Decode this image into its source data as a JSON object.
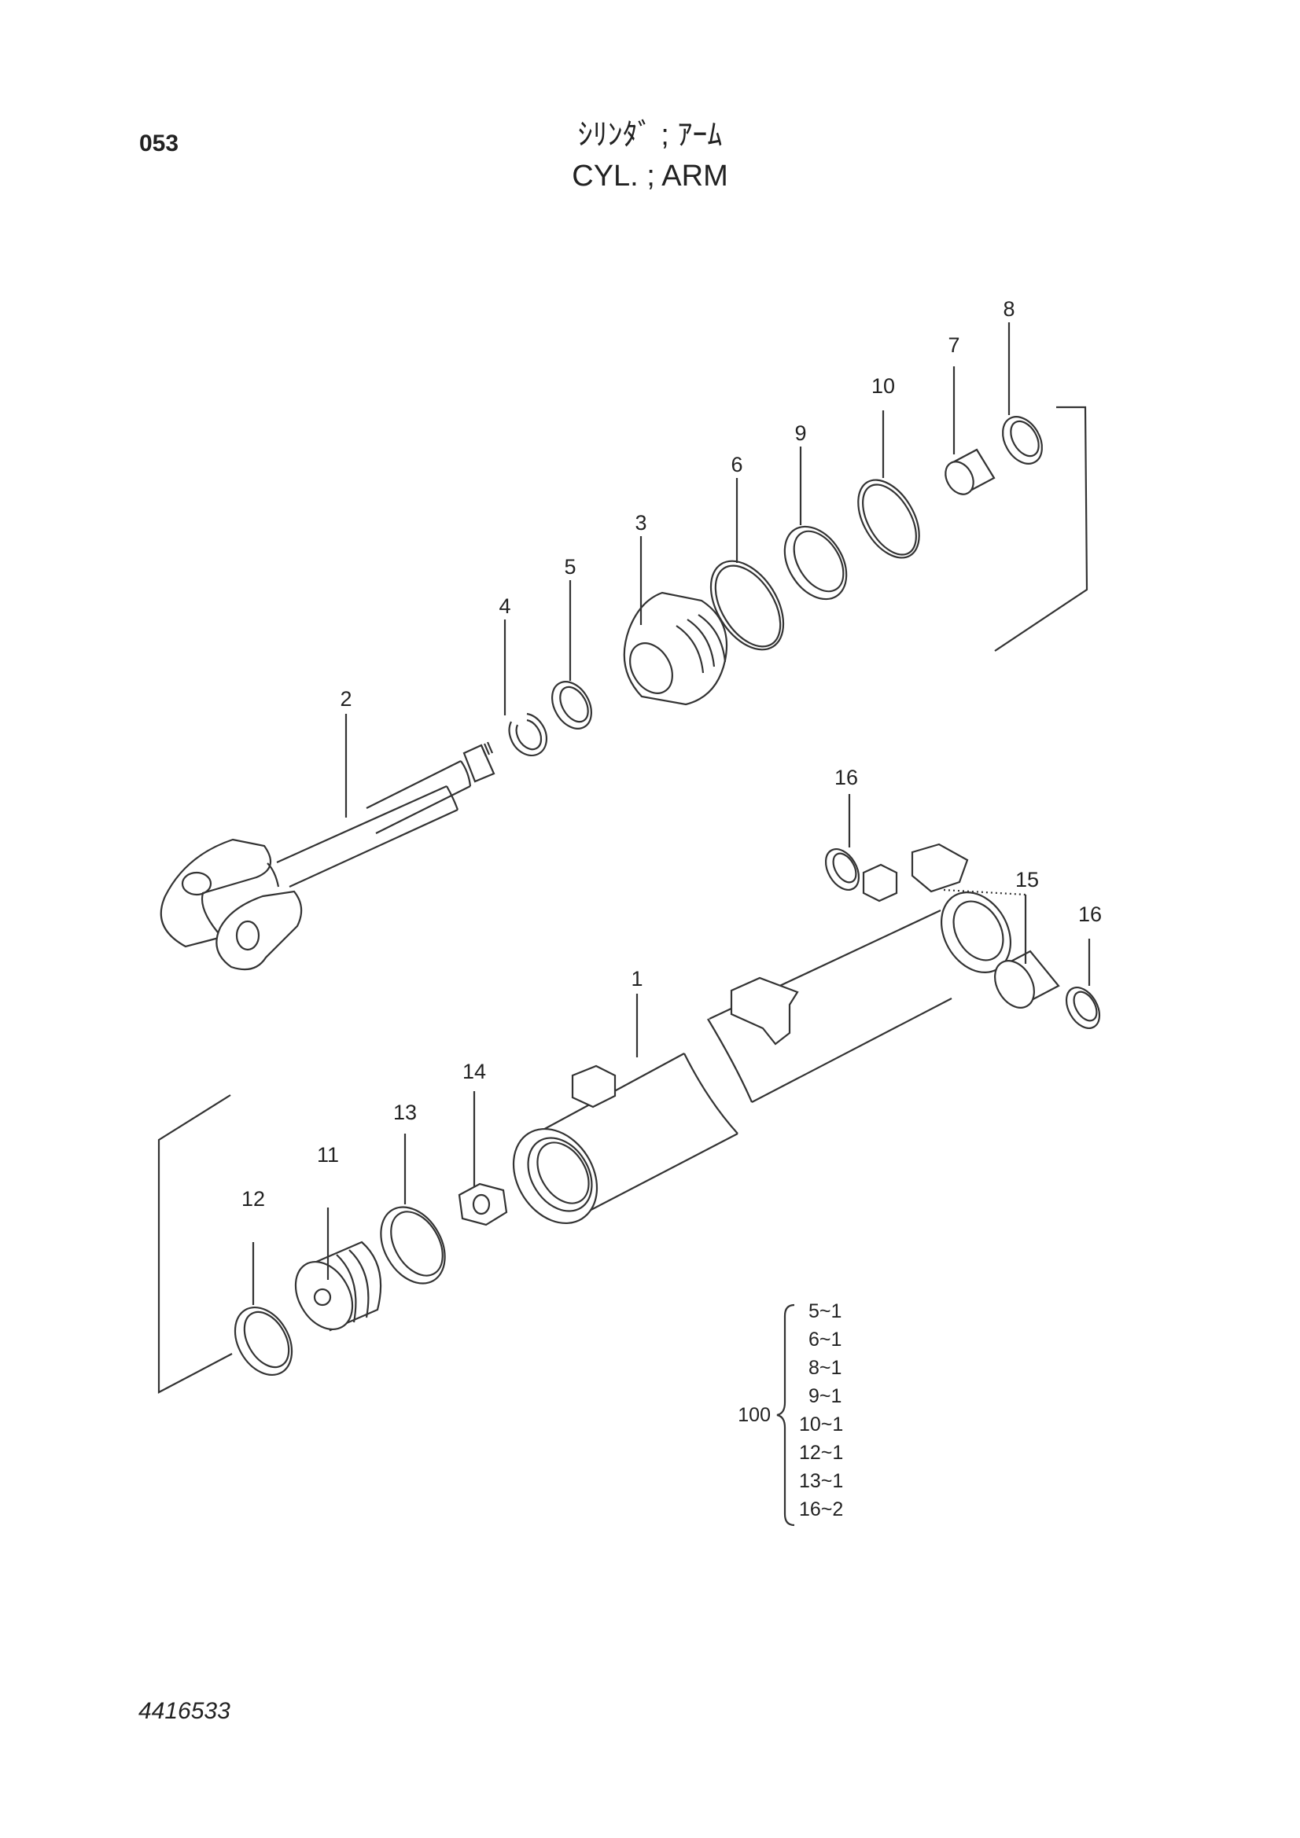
{
  "page_code": "053",
  "title_ja": "ｼﾘﾝﾀﾞ ; ｱｰﾑ",
  "title_en": "CYL. ; ARM",
  "doc_number": "4416533",
  "callouts": [
    "1",
    "2",
    "3",
    "4",
    "5",
    "6",
    "7",
    "8",
    "9",
    "10",
    "11",
    "12",
    "13",
    "14",
    "15",
    "16",
    "16"
  ],
  "kit": {
    "number": "100",
    "items": [
      "5~1",
      "6~1",
      "8~1",
      "9~1",
      "10~1",
      "12~1",
      "13~1",
      "16~2"
    ]
  }
}
